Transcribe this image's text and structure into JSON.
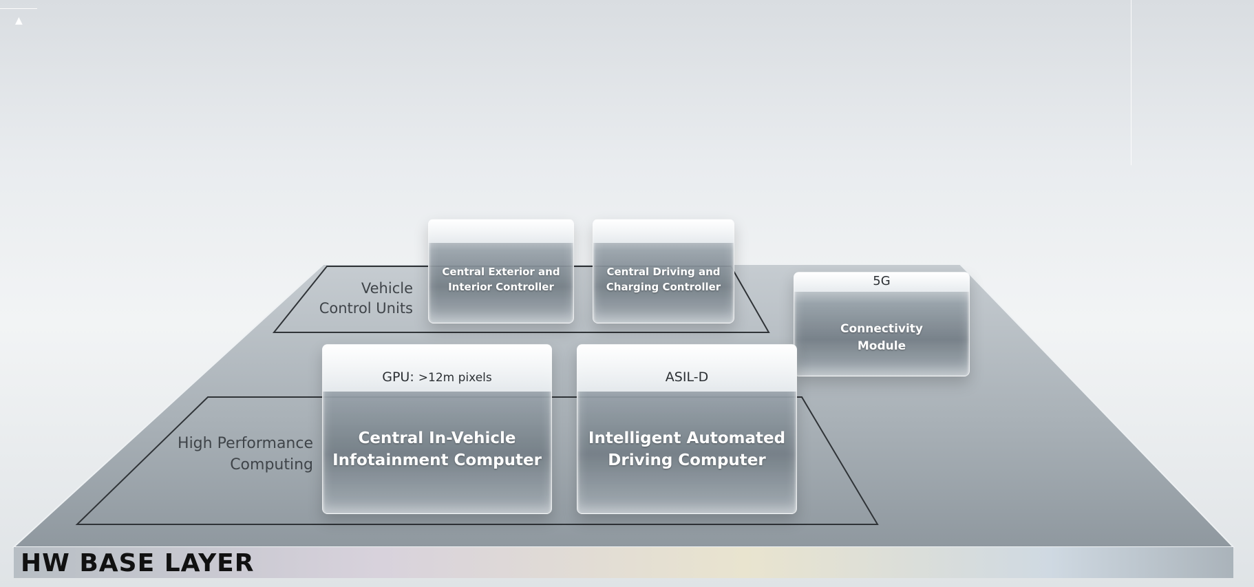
{
  "layer_title": "HW BASE LAYER",
  "regions": {
    "vehicle_control_units": "Vehicle\nControl Units",
    "high_performance_computing": "High Performance\nComputing"
  },
  "modules": {
    "central_exterior_interior": {
      "label": "Central Exterior and\nInterior Controller"
    },
    "central_driving_charging": {
      "label": "Central Driving and\nCharging Controller"
    },
    "connectivity": {
      "tag": "5G",
      "label": "Connectivity\nModule"
    },
    "infotainment": {
      "tag_prefix": "GPU:",
      "tag_value": ">12m pixels",
      "label": "Central In-Vehicle\nInfotainment Computer"
    },
    "automated_driving": {
      "tag": "ASIL-D",
      "label": "Intelligent Automated\nDriving Computer"
    }
  },
  "colors": {
    "background": "#e9ecef",
    "module_glass": "#7e8a94",
    "module_text": "#ffffff",
    "region_outline": "#2f3337",
    "title_text": "#111111"
  },
  "icons": {
    "top_marker": "triangle-up"
  }
}
